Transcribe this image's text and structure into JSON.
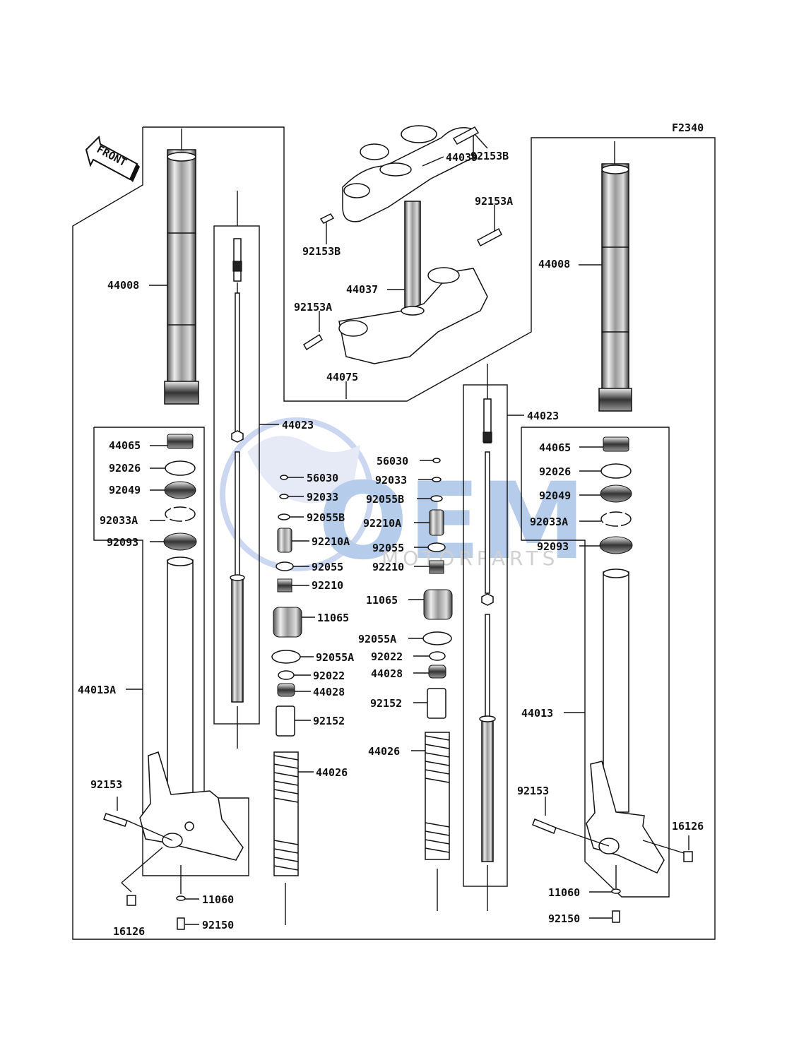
{
  "figure_code": "F2340",
  "front_arrow_label": "FRONT",
  "watermark": {
    "logo_text": "OEM",
    "sub_text": "MOTORPARTS",
    "color_blue": "#2f6fc7",
    "color_gray": "#7a7a7a"
  },
  "labels": {
    "l_92153B_top": "92153B",
    "l_44039": "44039",
    "l_92153A_top": "92153A",
    "l_92153B_left": "92153B",
    "l_44037": "44037",
    "l_92153A_left": "92153A",
    "l_44075": "44075",
    "l_44008_left": "44008",
    "l_44008_right": "44008",
    "l_44023_left": "44023",
    "l_44023_right": "44023",
    "l_44065_left": "44065",
    "l_92026_left": "92026",
    "l_92049_left": "92049",
    "l_92033A_left": "92033A",
    "l_92093_left": "92093",
    "l_44013A": "44013A",
    "l_92153_left": "92153",
    "l_16126_left": "16126",
    "l_11060_left": "11060",
    "l_92150_left": "92150",
    "l_56030_mid": "56030",
    "l_92033_mid": "92033",
    "l_92055B_mid": "92055B",
    "l_92210A_mid": "92210A",
    "l_92055_mid": "92055",
    "l_92210_mid": "92210",
    "l_11065_mid": "11065",
    "l_92055A_mid": "92055A",
    "l_92022_mid": "92022",
    "l_44028_mid": "44028",
    "l_92152_mid": "92152",
    "l_44026_mid": "44026",
    "l_56030_r": "56030",
    "l_92033_r": "92033",
    "l_92055B_r": "92055B",
    "l_92210A_r": "92210A",
    "l_92055_r": "92055",
    "l_92210_r": "92210",
    "l_11065_r": "11065",
    "l_92055A_r": "92055A",
    "l_92022_r": "92022",
    "l_44028_r": "44028",
    "l_92152_r": "92152",
    "l_44026_r": "44026",
    "l_44065_right": "44065",
    "l_92026_right": "92026",
    "l_92049_right": "92049",
    "l_92033A_right": "92033A",
    "l_92093_right": "92093",
    "l_44013": "44013",
    "l_92153_right": "92153",
    "l_16126_right": "16126",
    "l_11060_right": "11060",
    "l_92150_right": "92150"
  }
}
